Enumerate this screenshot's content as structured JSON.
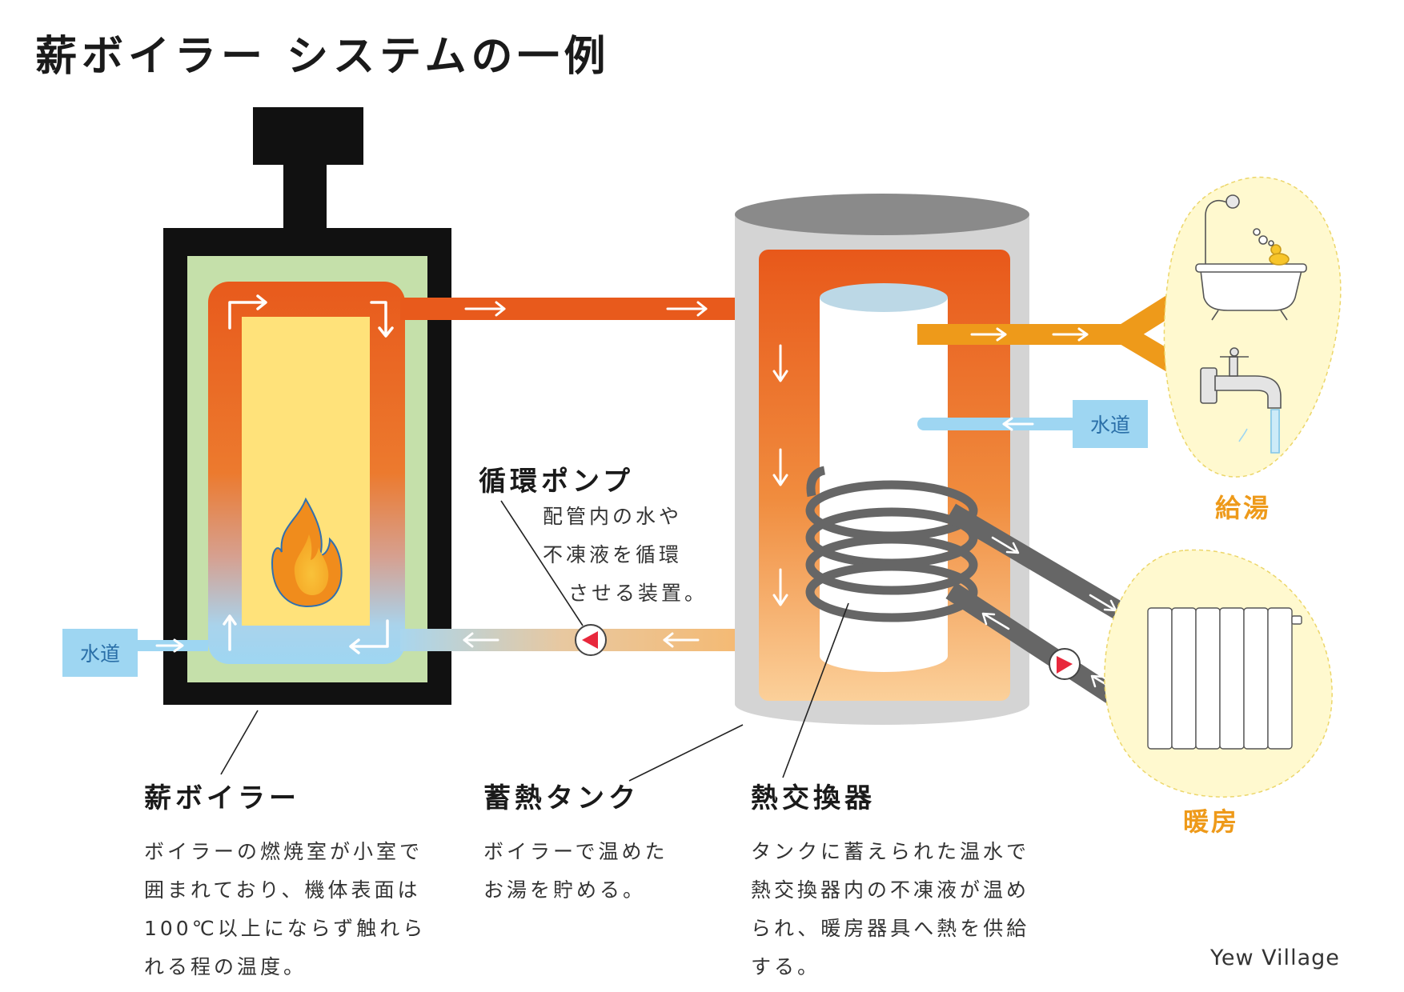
{
  "title": "薪ボイラー システムの一例",
  "labels": {
    "boiler": {
      "title": "薪ボイラー",
      "lines": [
        "ボイラーの燃焼室が小室で",
        "囲まれており、機体表面は",
        "100℃以上にならず触れら",
        "れる程の温度。"
      ]
    },
    "tank": {
      "title": "蓄熱タンク",
      "lines": [
        "ボイラーで温めた",
        "お湯を貯める。"
      ]
    },
    "exchanger": {
      "title": "熱交換器",
      "lines": [
        "タンクに蓄えられた温水で",
        "熱交換器内の不凍液が温め",
        "られ、暖房器具へ熱を供給",
        "する。"
      ]
    },
    "pump": {
      "title": "循環ポンプ",
      "lines": [
        "配管内の水や",
        "不凍液を循環",
        "させる装置。"
      ]
    },
    "hot_water_supply": "給湯",
    "heating": "暖房",
    "water_main_left": "水道",
    "water_main_right": "水道"
  },
  "credit": "Yew Village",
  "colors": {
    "boiler_body": "#111111",
    "insulation": "#c5e0aa",
    "firebox": "#ffe27a",
    "hot_pipe": "#e85a1c",
    "warm_pipe": "#f4b46a",
    "cold_pipe": "#9ed6f2",
    "supply_pipe": "#ee9a1a",
    "tank_shell": "#d4d4d4",
    "coil": "#666666",
    "pump": "#e8283c",
    "bubble": "#fff9cf"
  }
}
